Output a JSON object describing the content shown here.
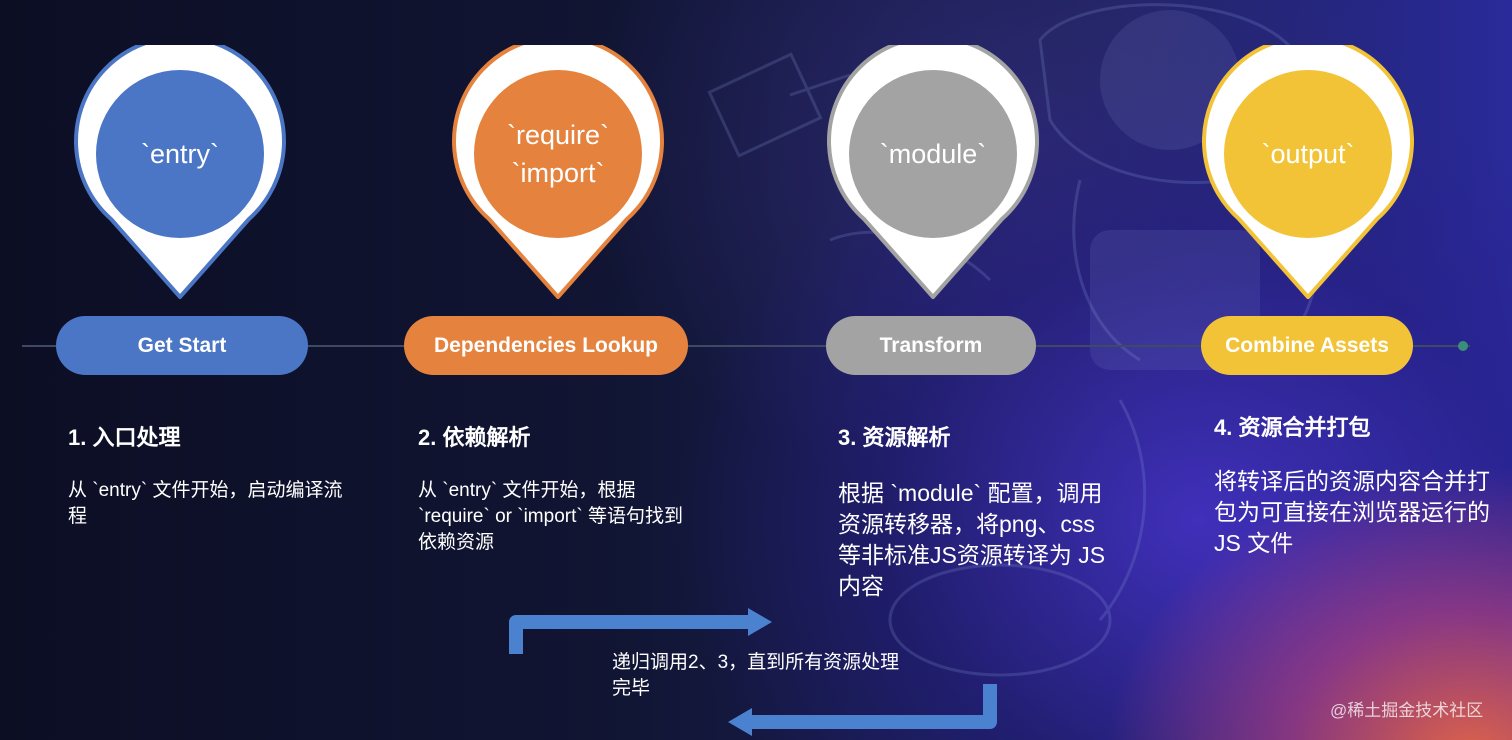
{
  "colors": {
    "blue": "#4a76c5",
    "orange": "#e5823e",
    "gray": "#a3a3a3",
    "yellow": "#f2c337",
    "arrow": "#4b82cf"
  },
  "stages": [
    {
      "pin_lines": [
        "`entry`"
      ],
      "pill": "Get Start",
      "title": "1. 入口处理",
      "desc": "从 `entry` 文件开始，启动编译流程"
    },
    {
      "pin_lines": [
        "`require`",
        "`import`"
      ],
      "pill": "Dependencies Lookup",
      "title": "2. 依赖解析",
      "desc": "从 `entry` 文件开始，根据 `require` or `import` 等语句找到依赖资源"
    },
    {
      "pin_lines": [
        "`module`"
      ],
      "pill": "Transform",
      "title": "3. 资源解析",
      "desc": "根据 `module` 配置，调用资源转移器，将png、css　 等非标准JS资源转译为 JS 内容"
    },
    {
      "pin_lines": [
        "`output`"
      ],
      "pill": "Combine Assets",
      "title": "4. 资源合并打包",
      "desc": "将转译后的资源内容合并打包为可直接在浏览器运行的 JS 文件"
    }
  ],
  "recursion_note": "递归调用2、3，直到所有资源处理完毕",
  "watermark": "@稀土掘金技术社区"
}
